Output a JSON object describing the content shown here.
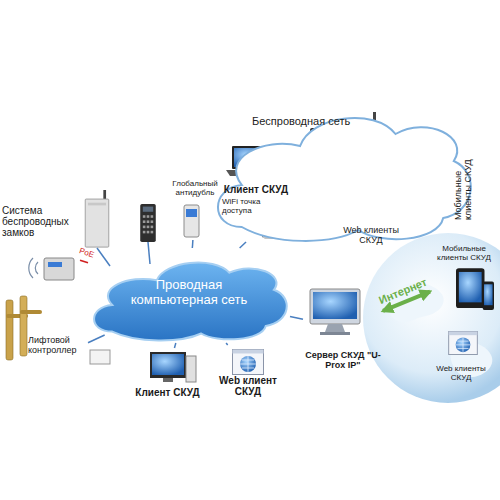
{
  "diagram": {
    "nodes": [
      {
        "text": [
          "Беспроводная сеть"
        ]
      },
      {
        "text": [
          "Клиент СКУД"
        ],
        "in": 0
      },
      {
        "text": [
          "Web клиенты СКУД"
        ],
        "in": 0
      },
      {
        "text": [
          "Мобильные клиенты СКУД"
        ],
        "in": 0
      },
      {
        "text": [
          "Глобальный антидубль"
        ]
      },
      {
        "text": [
          "WiFi точка доступа"
        ]
      },
      {
        "text": [
          "Система беспроводных замков"
        ]
      },
      {
        "text": [
          "Проводная компьютерная сеть"
        ]
      },
      {
        "text": [
          "Лифтовой контроллер"
        ]
      },
      {
        "text": [
          "Клиент СКУД"
        ]
      },
      {
        "text": [
          "Web клиент СКУД"
        ]
      },
      {
        "text": [
          "Сервер СКУД \"U-Prox IP\""
        ]
      },
      {
        "text": [
          "Мобильные клиенты СКУД"
        ]
      },
      {
        "text": [
          "Web клиенты СКУД"
        ]
      }
    ],
    "edges": [
      {
        "from": 7,
        "to": 5,
        "arrow": "none"
      },
      {
        "from": 7,
        "to": 4,
        "arrow": "none"
      },
      {
        "from": 6,
        "to": 7,
        "label": "PoE",
        "arrow": "none"
      },
      {
        "from": 7,
        "to": 8,
        "arrow": "none"
      },
      {
        "from": 7,
        "to": 9,
        "arrow": "none"
      },
      {
        "from": 7,
        "to": 10,
        "arrow": "none"
      },
      {
        "from": 7,
        "to": 11,
        "arrow": "none"
      },
      {
        "from": 11,
        "to": 12,
        "label": "Интернет",
        "arrow": "both"
      }
    ]
  }
}
